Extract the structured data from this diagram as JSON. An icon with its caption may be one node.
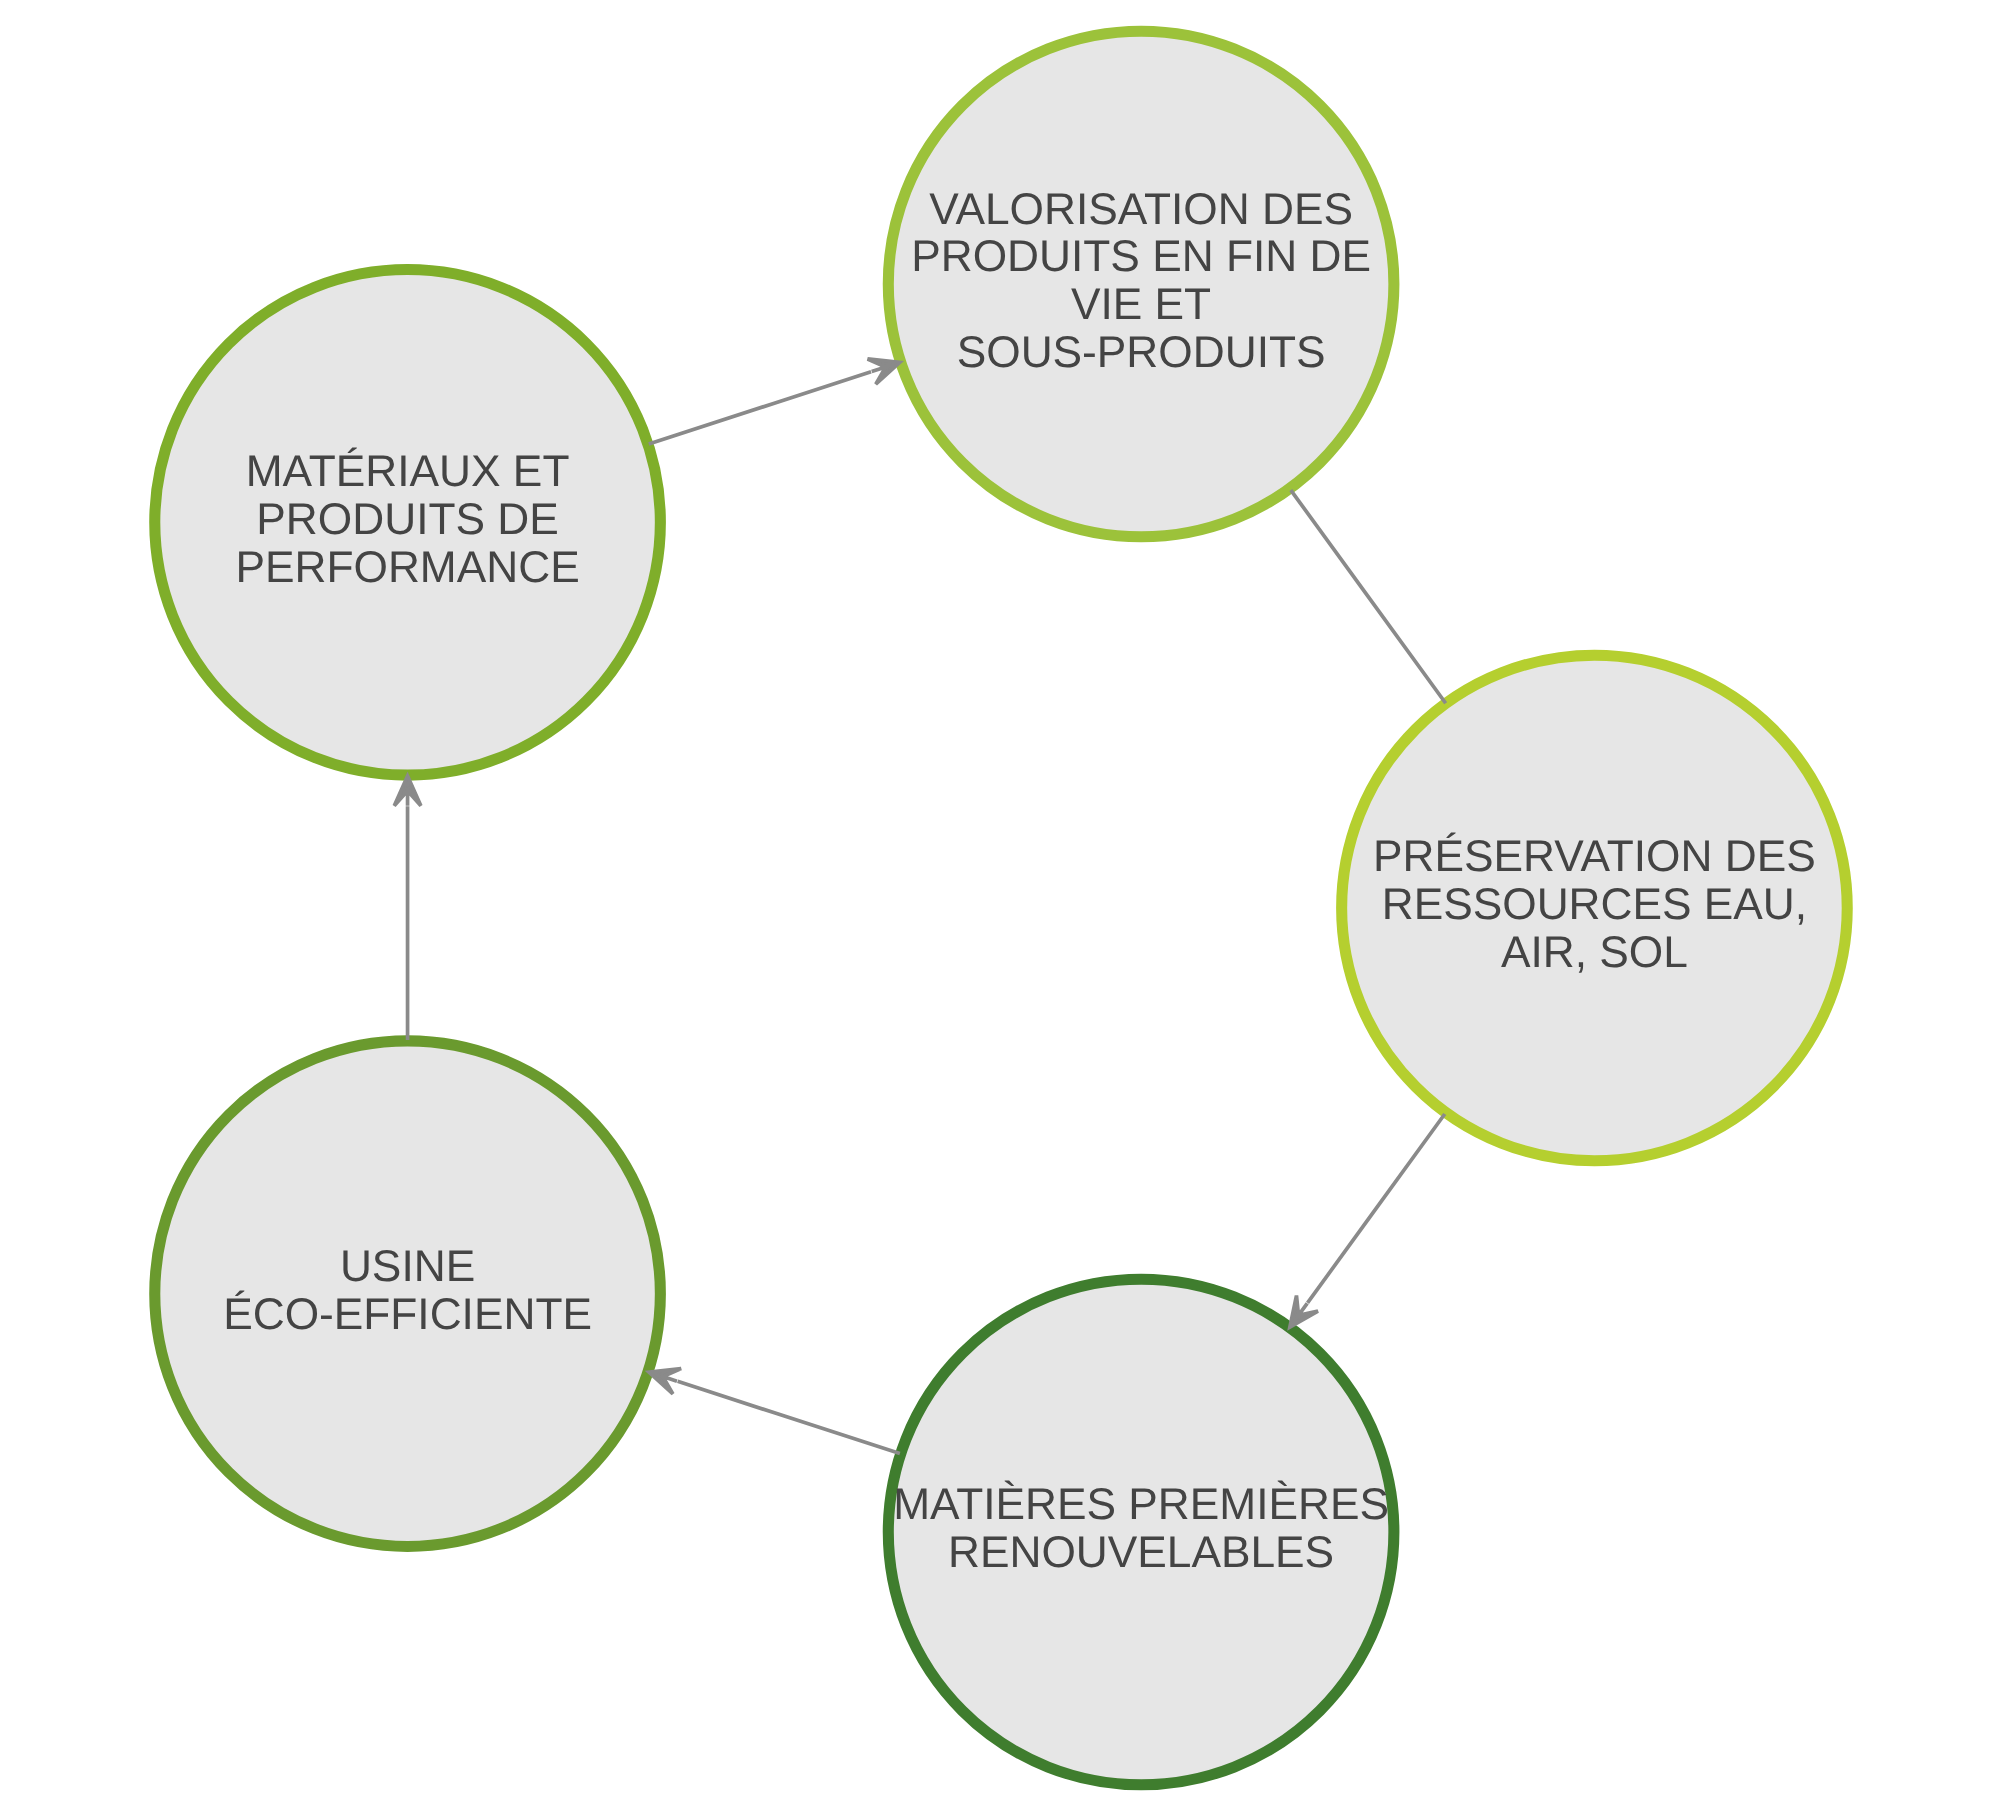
{
  "diagram": {
    "nodes": [
      {
        "text": [
          "MATIÈRES PREMIÈRES RENOUVELABLES"
        ]
      },
      {
        "text": [
          "USINE ÉCO-EFFICIENTE"
        ]
      },
      {
        "text": [
          "MATÉRIAUX ET PRODUITS DE PERFORMANCE"
        ]
      },
      {
        "text": [
          "VALORISATION DES PRODUITS EN FIN DE VIE ET SOUS-PRODUITS"
        ]
      },
      {
        "text": [
          "PRÉSERVATION DES RESSOURCES EAU, AIR, SOL"
        ]
      }
    ],
    "edges": [
      {
        "from": 0,
        "to": 1,
        "arrow": "to"
      },
      {
        "from": 1,
        "to": 2,
        "arrow": "to"
      },
      {
        "from": 2,
        "to": 3,
        "arrow": "to"
      },
      {
        "from": 3,
        "to": 4,
        "arrow": "none"
      },
      {
        "from": 4,
        "to": 0,
        "arrow": "to"
      }
    ]
  }
}
